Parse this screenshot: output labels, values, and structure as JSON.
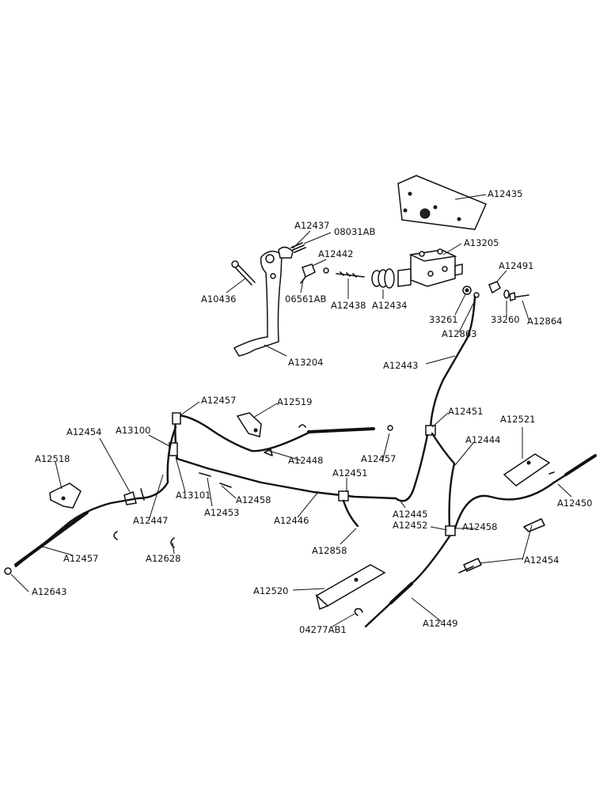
{
  "diagram": {
    "labels": [
      {
        "id": "A12435",
        "text": "A12435"
      },
      {
        "id": "A12437",
        "text": "A12437"
      },
      {
        "id": "08031AB",
        "text": "08031AB"
      },
      {
        "id": "A13205",
        "text": "A13205"
      },
      {
        "id": "A12442",
        "text": "A12442"
      },
      {
        "id": "A12491",
        "text": "A12491"
      },
      {
        "id": "A10436",
        "text": "A10436"
      },
      {
        "id": "06561AB",
        "text": "06561AB"
      },
      {
        "id": "A12438",
        "text": "A12438"
      },
      {
        "id": "A12434",
        "text": "A12434"
      },
      {
        "id": "33261",
        "text": "33261"
      },
      {
        "id": "33260",
        "text": "33260"
      },
      {
        "id": "A12864",
        "text": "A12864"
      },
      {
        "id": "A12863",
        "text": "A12863"
      },
      {
        "id": "A13204",
        "text": "A13204"
      },
      {
        "id": "A12443",
        "text": "A12443"
      },
      {
        "id": "A12457a",
        "text": "A12457"
      },
      {
        "id": "A12519",
        "text": "A12519"
      },
      {
        "id": "A12451a",
        "text": "A12451"
      },
      {
        "id": "A12521",
        "text": "A12521"
      },
      {
        "id": "A12454a",
        "text": "A12454"
      },
      {
        "id": "A13100",
        "text": "A13100"
      },
      {
        "id": "A12444",
        "text": "A12444"
      },
      {
        "id": "A12518",
        "text": "A12518"
      },
      {
        "id": "A12448",
        "text": "A12448"
      },
      {
        "id": "A12457b",
        "text": "A12457"
      },
      {
        "id": "A12450",
        "text": "A12450"
      },
      {
        "id": "A12451b",
        "text": "A12451"
      },
      {
        "id": "A13101",
        "text": "A13101"
      },
      {
        "id": "A12458a",
        "text": "A12458"
      },
      {
        "id": "A12447",
        "text": "A12447"
      },
      {
        "id": "A12453",
        "text": "A12453"
      },
      {
        "id": "A12446",
        "text": "A12446"
      },
      {
        "id": "A12445",
        "text": "A12445"
      },
      {
        "id": "A12452",
        "text": "A12452"
      },
      {
        "id": "A12458b",
        "text": "A12458"
      },
      {
        "id": "A12457c",
        "text": "A12457"
      },
      {
        "id": "A12628",
        "text": "A12628"
      },
      {
        "id": "A12858",
        "text": "A12858"
      },
      {
        "id": "A12454b",
        "text": "A12454"
      },
      {
        "id": "A12643",
        "text": "A12643"
      },
      {
        "id": "A12520",
        "text": "A12520"
      },
      {
        "id": "04277AB1",
        "text": "04277AB1"
      },
      {
        "id": "A12449",
        "text": "A12449"
      }
    ]
  }
}
